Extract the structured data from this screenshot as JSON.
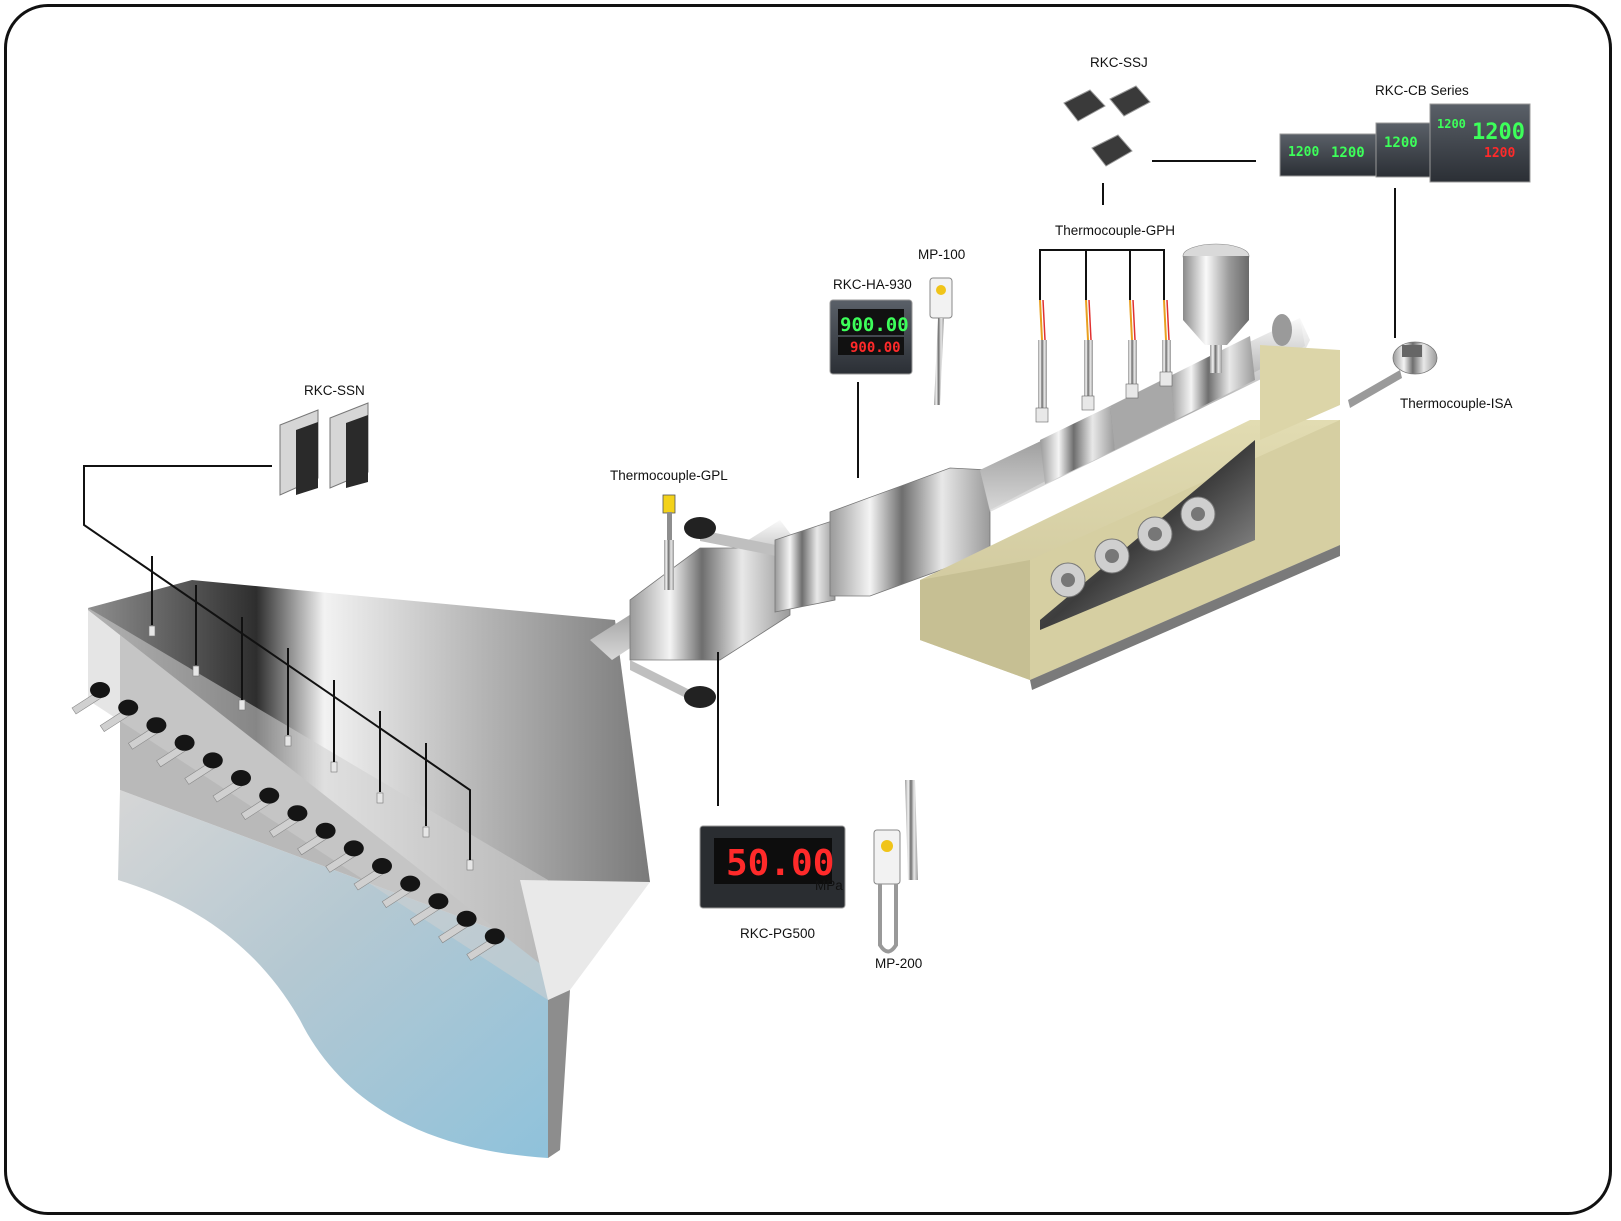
{
  "labels": {
    "rkc_ssn": "RKC-SSN",
    "tc_gpl": "Thermocouple-GPL",
    "rkc_ha930": "RKC-HA-930",
    "mp100": "MP-100",
    "tc_gph": "Thermocouple-GPH",
    "rkc_ssj": "RKC-SSJ",
    "rkc_cb": "RKC-CB Series",
    "tc_isa": "Thermocouple-ISA",
    "rkc_pg500": "RKC-PG500",
    "mp200": "MP-200"
  },
  "displays": {
    "ha930_pv": "900.00",
    "ha930_sv": "900.00",
    "pg500_value": "50.00",
    "pg500_unit": "MPa",
    "cb_small": "1200",
    "cb_large": "1200"
  },
  "colors": {
    "seg_green": "#3dff5a",
    "seg_red": "#ff2a2a",
    "machine_beige": "#d9d3a6",
    "steel": "#c8c8c8",
    "film_blue": "#9cc7dc"
  }
}
